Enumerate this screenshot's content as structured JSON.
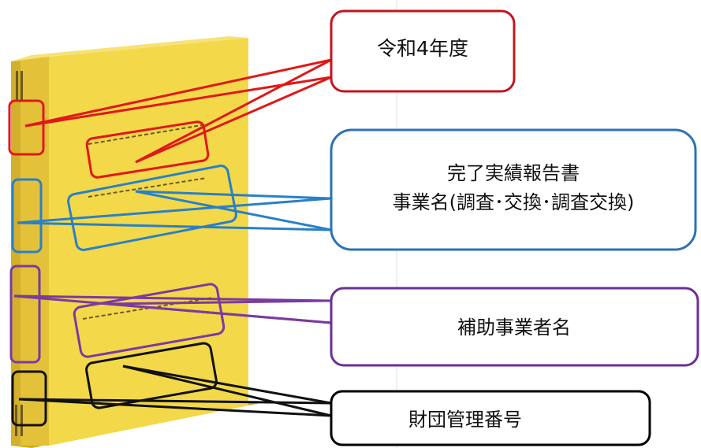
{
  "callouts": {
    "year": {
      "text": "令和4年度",
      "color": "#c0161e"
    },
    "report": {
      "line1": "完了実績報告書",
      "line2": "事業名(調査･交換･調査交換)",
      "color": "#2b73b3"
    },
    "operator": {
      "text": "補助事業者名",
      "color": "#6c2e96"
    },
    "number": {
      "text": "財団管理番号",
      "color": "#000000"
    }
  },
  "binder": {
    "description": "yellow file binder",
    "cover_color": "#f3d84a",
    "spine_color": "#e6c436"
  }
}
